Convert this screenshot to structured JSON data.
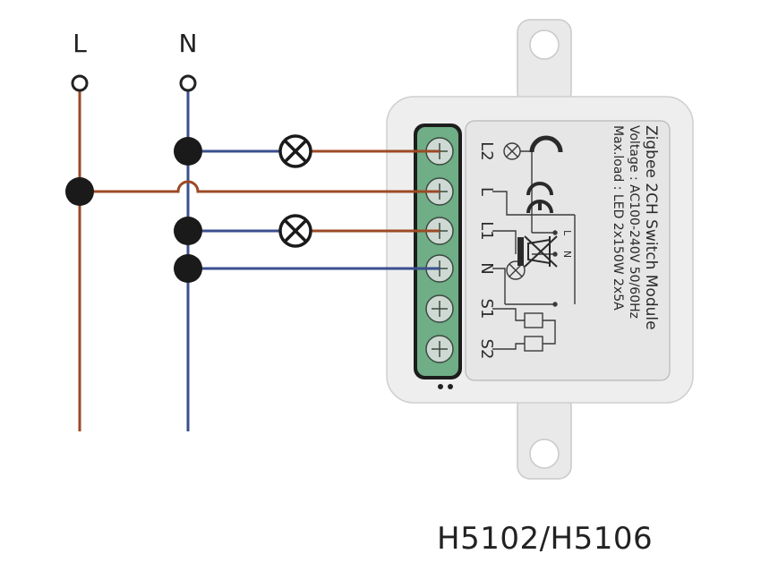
{
  "terminals": {
    "line": "L",
    "neutral": "N"
  },
  "module": {
    "title": "Zigbee 2CH Switch Module",
    "voltage": "Voltage : AC100-240V 50/60Hz",
    "maxload": "Max.load : LED 2x150W  2x5A",
    "pins": [
      "L2",
      "L",
      "L1",
      "N",
      "S1",
      "S2"
    ],
    "inner_l": "L",
    "inner_n": "N"
  },
  "model": "H5102/H5106",
  "colors": {
    "live_wire": "#9c4a25",
    "neutral_wire": "#3b4f8f",
    "terminal_block": "#6fae86",
    "module_body": "#eeeeee"
  }
}
